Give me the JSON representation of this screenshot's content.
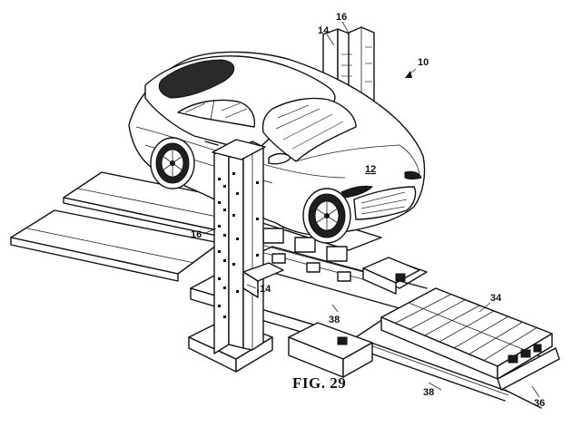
{
  "caption": "FIG. 29",
  "labels": {
    "ref_16_top": "16",
    "ref_14_top": "14",
    "ref_10": "10",
    "ref_12": "12",
    "ref_16_mid": "16",
    "ref_14_mid": "14",
    "ref_38_top": "38",
    "ref_34": "34",
    "ref_38_bottom": "38",
    "ref_36": "36"
  }
}
